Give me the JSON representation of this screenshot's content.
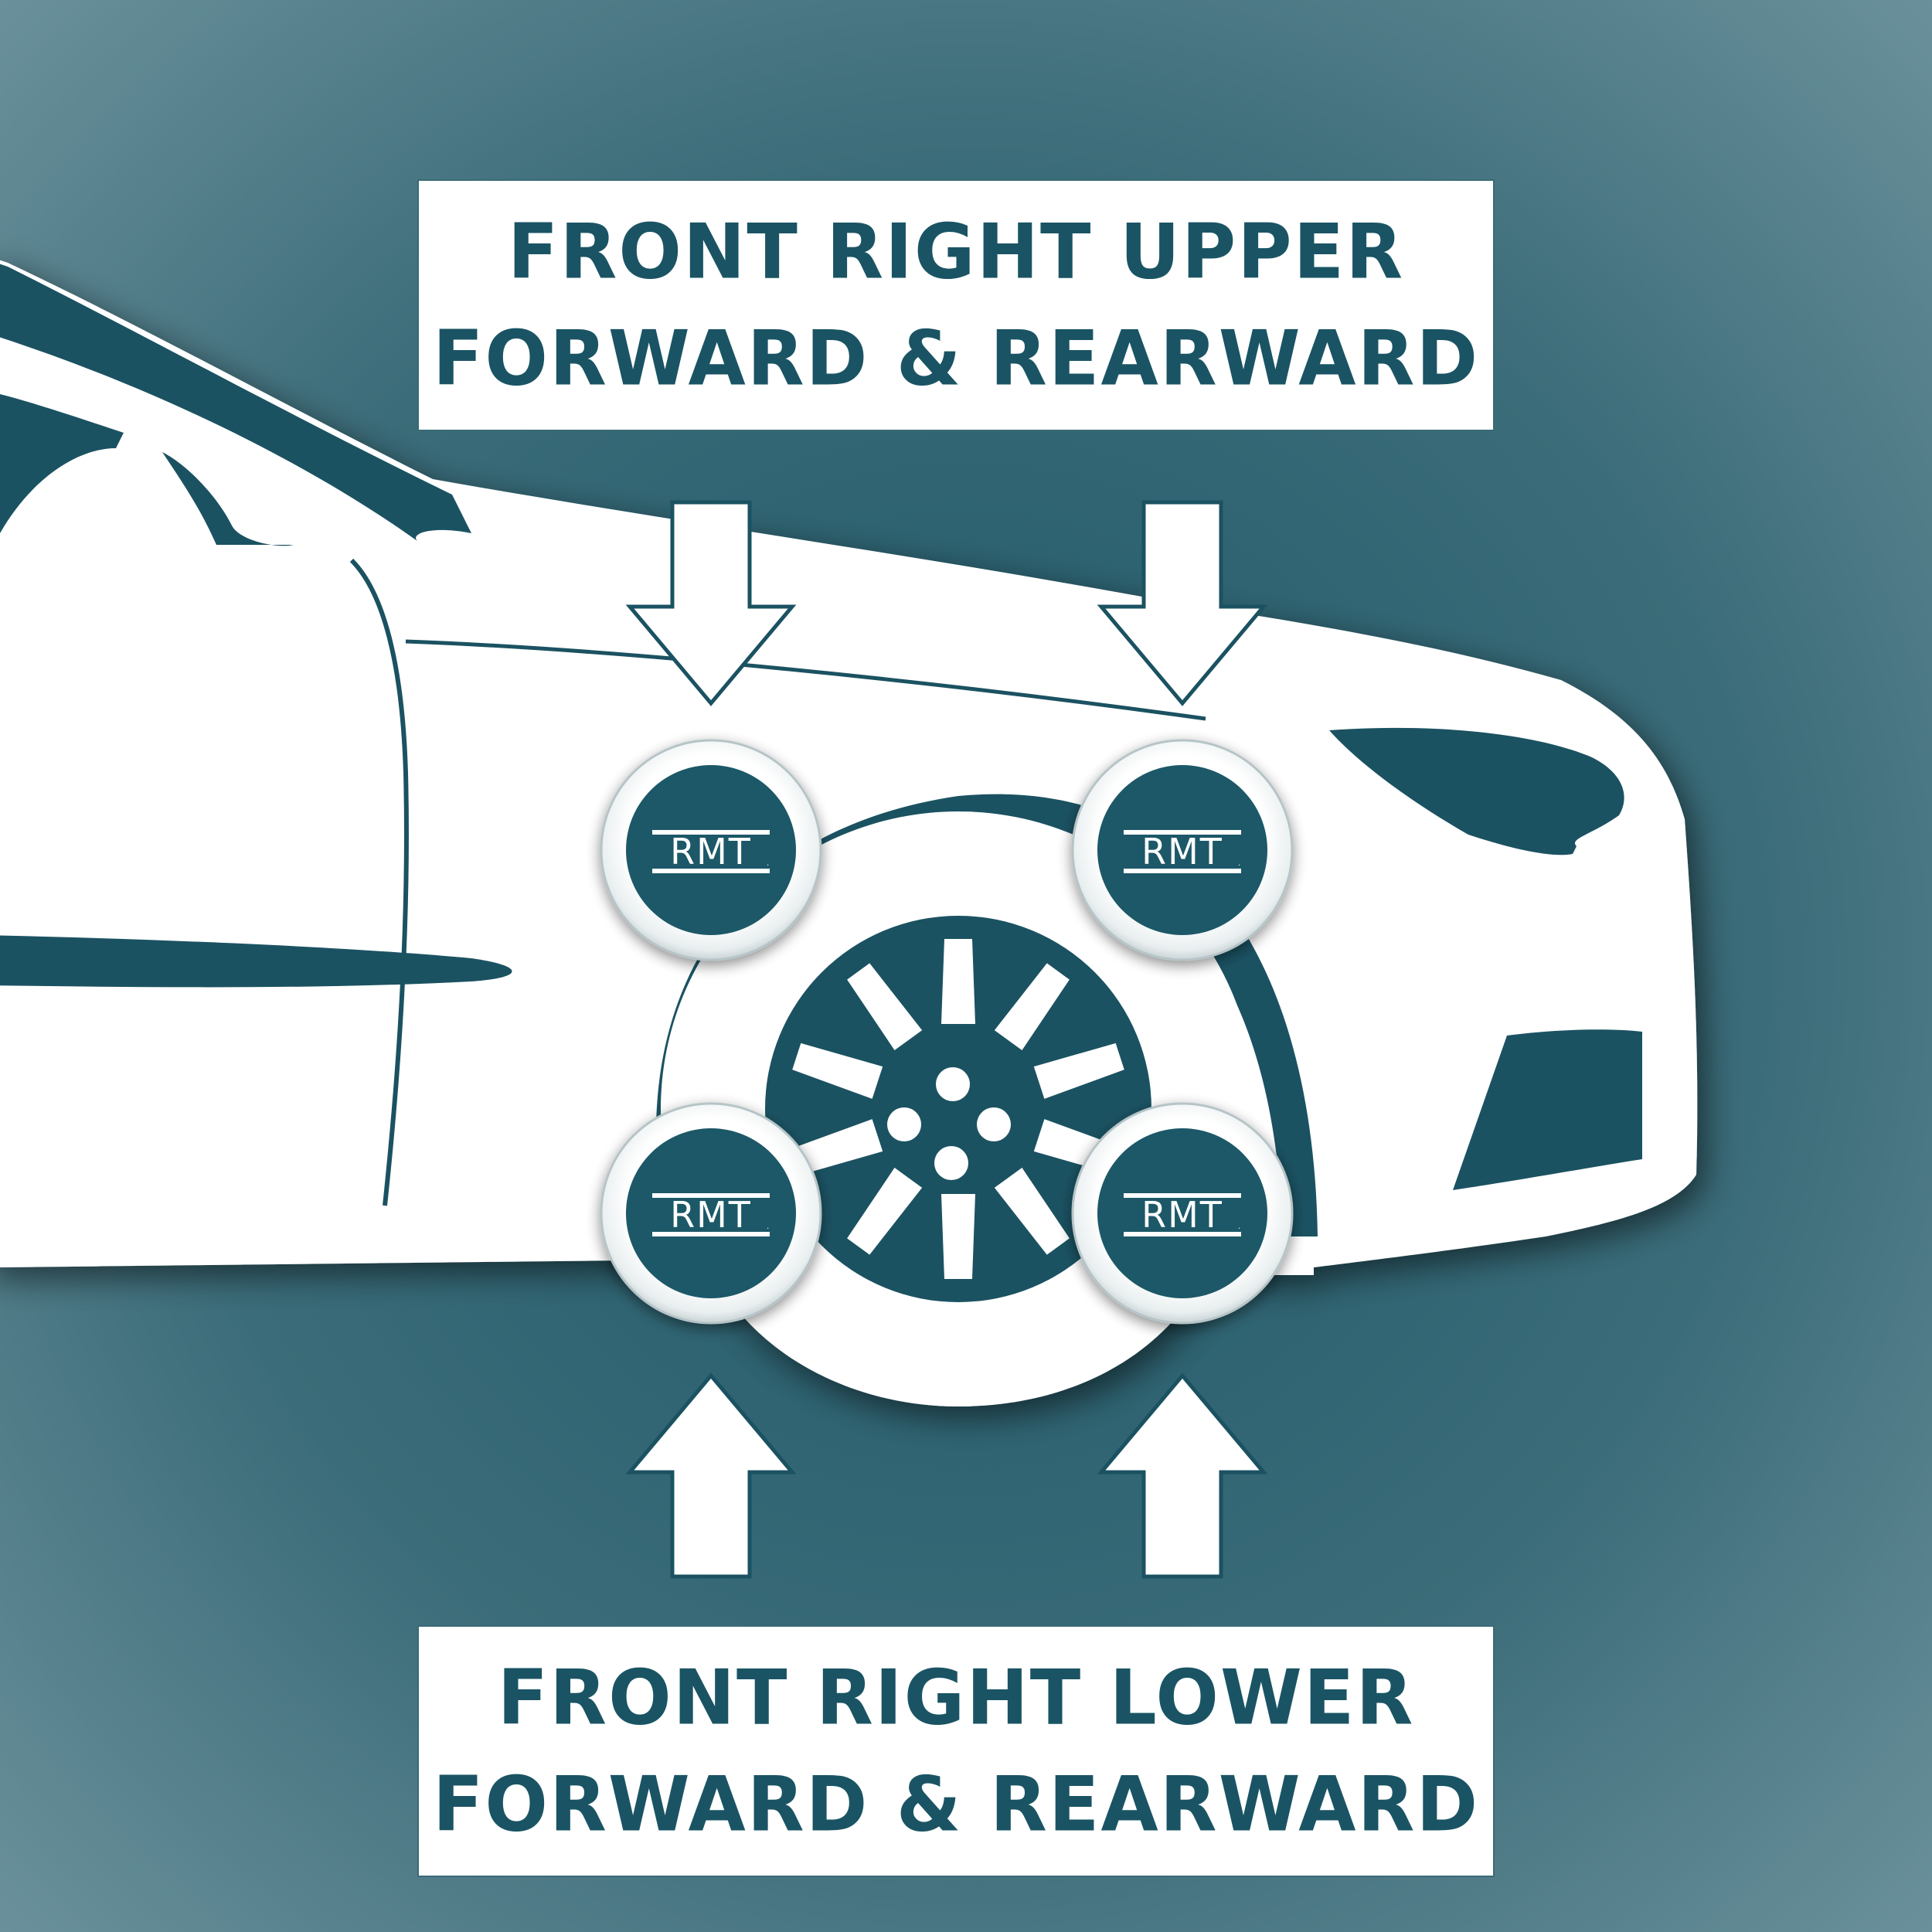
{
  "upper_label": {
    "line1": "FRONT RIGHT UPPER",
    "line2": "FORWARD & REARWARD"
  },
  "lower_label": {
    "line1": "FRONT RIGHT LOWER",
    "line2": "FORWARD & REARWARD"
  },
  "badges": [
    {
      "position": "upper-rear",
      "text": "RMT"
    },
    {
      "position": "upper-forward",
      "text": "RMT"
    },
    {
      "position": "lower-rear",
      "text": "RMT"
    },
    {
      "position": "lower-forward",
      "text": "RMT"
    }
  ],
  "colors": {
    "background": "#3f6f7b",
    "background_edge": "#6a9198",
    "car_body": "#ffffff",
    "car_detail": "#1b5262",
    "badge_fill": "#1d5868",
    "text": "#1a5464"
  },
  "icons": {
    "car": "car-front-side-icon",
    "wheel": "wheel-icon",
    "arrow_down": "arrow-down-icon",
    "arrow_up": "arrow-up-icon",
    "badge": "rmt-logo-badge"
  }
}
